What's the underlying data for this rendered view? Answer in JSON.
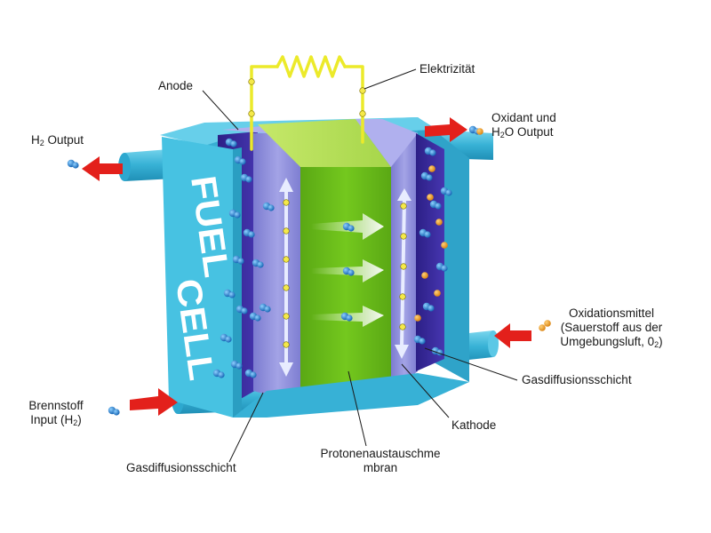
{
  "diagram": {
    "cell_text": [
      "FUEL",
      "CELL"
    ],
    "colors": {
      "outer_case": "#3fb9d9",
      "case_front": "#47c2e2",
      "case_dark": "#2a9ec2",
      "gas_diffusion_layer": "#3a2c9a",
      "electrode": "#8f8fd8",
      "membrane": "#6bbf1c",
      "wire": "#ecea2a",
      "arrow_red": "#e3201b",
      "molecule_blue": "#1f77c9",
      "molecule_orange": "#f0a020"
    },
    "labels": {
      "anode": "Anode",
      "electricity": "Elektrizität",
      "h2_output_pre": "H",
      "h2_output_sub": "2",
      "h2_output_post": " Output",
      "oxidant_line1": "Oxidant und",
      "oxidant_line2_pre": "H",
      "oxidant_line2_sub": "2",
      "oxidant_line2_post": "O Output",
      "oxidizer_line1": "Oxidationsmittel",
      "oxidizer_line2": "(Sauerstoff aus der",
      "oxidizer_line3_pre": "Umgebungsluft, 0",
      "oxidizer_line3_sub": "2",
      "oxidizer_line3_post": ")",
      "gas_diffusion_right": "Gasdiffusionsschicht",
      "cathode": "Kathode",
      "membrane_line1": "Protonenaustauschme",
      "membrane_line2": "mbran",
      "gas_diffusion_left": "Gasdiffusionsschicht",
      "fuel_line1": "Brennstoff",
      "fuel_line2_pre": "Input (H",
      "fuel_line2_sub": "2",
      "fuel_line2_post": ")"
    }
  }
}
